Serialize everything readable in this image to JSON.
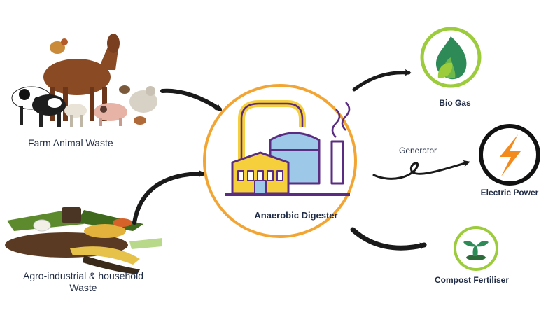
{
  "inputs": {
    "farm_animal_waste": "Farm Animal  Waste",
    "agro_waste_line1": "Agro-industrial & household",
    "agro_waste_line2": "Waste"
  },
  "process": {
    "digester": "Anaerobic Digester"
  },
  "outputs": {
    "biogas": "Bio Gas",
    "generator": "Generator",
    "electric_power": "Electric Power",
    "compost": "Compost Fertiliser"
  },
  "colors": {
    "ring_orange": "#f2a533",
    "ring_green": "#9ccc3c",
    "plant_purple": "#5b2d82",
    "tank_blue": "#9ec8e8",
    "pipe_yellow": "#f6cf3c",
    "arrow_black": "#1a1a1a",
    "bolt_orange": "#f28a1e",
    "flame_green": "#2e8b57"
  }
}
